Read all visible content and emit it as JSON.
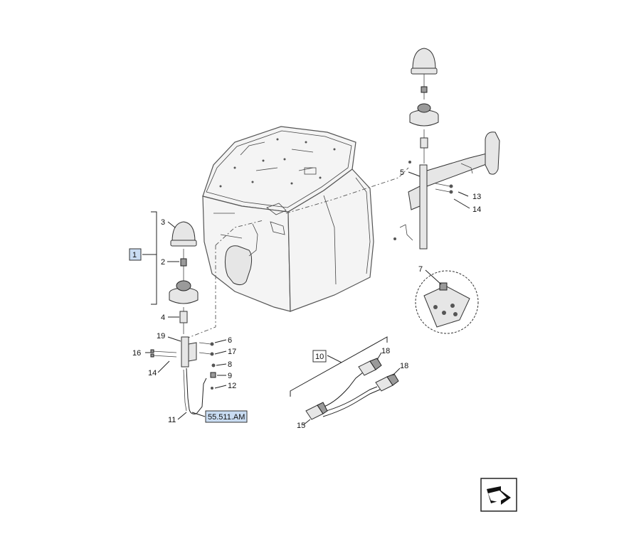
{
  "callouts": {
    "c1": "1",
    "c2": "2",
    "c3": "3",
    "c4": "4",
    "c5": "5",
    "c6": "6",
    "c7": "7",
    "c8": "8",
    "c9": "9",
    "c10": "10",
    "c11": "11",
    "c12": "12",
    "c13": "13",
    "c14a": "14",
    "c14b": "14",
    "c15": "15",
    "c16": "16",
    "c17": "17",
    "c18a": "18",
    "c18b": "18",
    "c19": "19"
  },
  "reference": {
    "label": "55.511.AM"
  },
  "colors": {
    "highlight": "#c9dcf2",
    "line": "#222222"
  },
  "icons": {
    "nav": "next-page-arrow-icon"
  }
}
